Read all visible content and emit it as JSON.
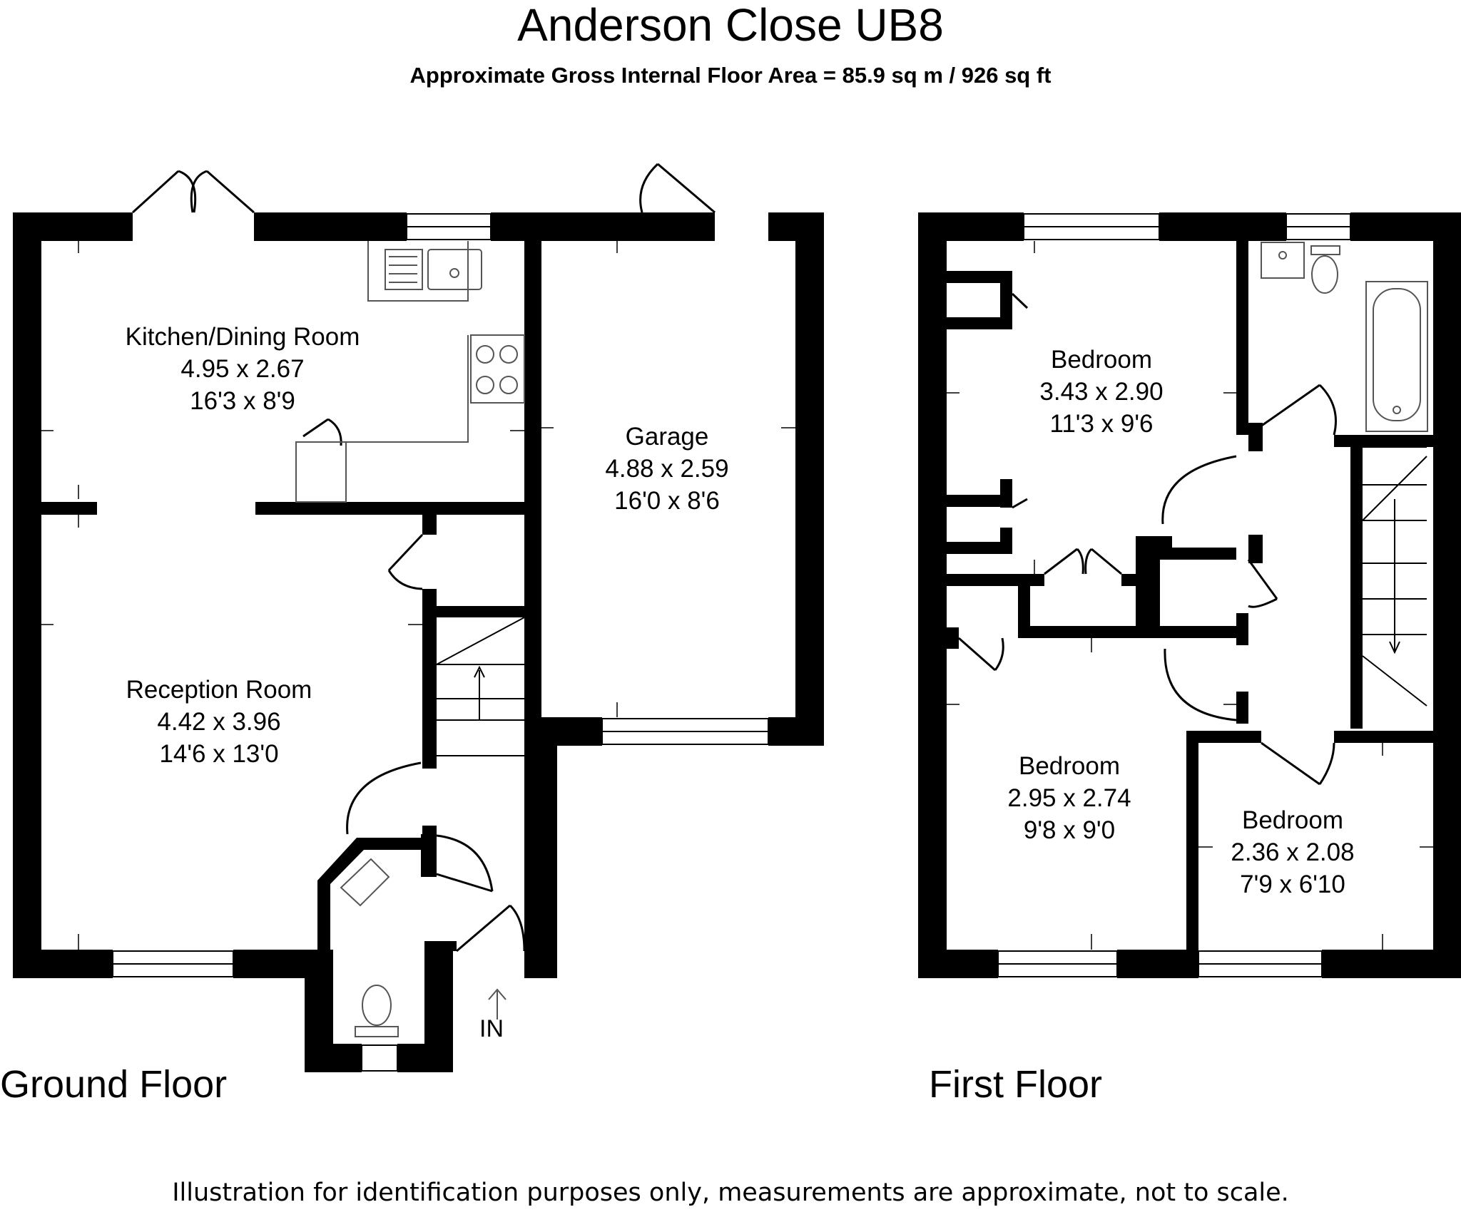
{
  "title": "Anderson Close UB8",
  "subtitle": "Approximate Gross Internal Floor Area  = 85.9 sq m  / 926 sq ft",
  "floors": {
    "ground": "Ground Floor",
    "first": "First Floor"
  },
  "rooms": {
    "kitchen": {
      "name": "Kitchen/Dining Room",
      "metric": "4.95 x 2.67",
      "imperial": "16'3 x 8'9"
    },
    "garage": {
      "name": "Garage",
      "metric": "4.88 x 2.59",
      "imperial": "16'0 x 8'6"
    },
    "reception": {
      "name": "Reception Room",
      "metric": "4.42 x 3.96",
      "imperial": "14'6 x 13'0"
    },
    "bedroom1": {
      "name": "Bedroom",
      "metric": "3.43 x 2.90",
      "imperial": "11'3 x 9'6"
    },
    "bedroom2": {
      "name": "Bedroom",
      "metric": "2.95 x 2.74",
      "imperial": "9'8 x 9'0"
    },
    "bedroom3": {
      "name": "Bedroom",
      "metric": "2.36 x 2.08",
      "imperial": "7'9 x 6'10"
    }
  },
  "entrance": "IN",
  "disclaimer": "Illustration for identification purposes only, measurements are approximate, not to scale.",
  "colors": {
    "wall": "#000000",
    "background": "#ffffff",
    "fixture": "#888888"
  }
}
